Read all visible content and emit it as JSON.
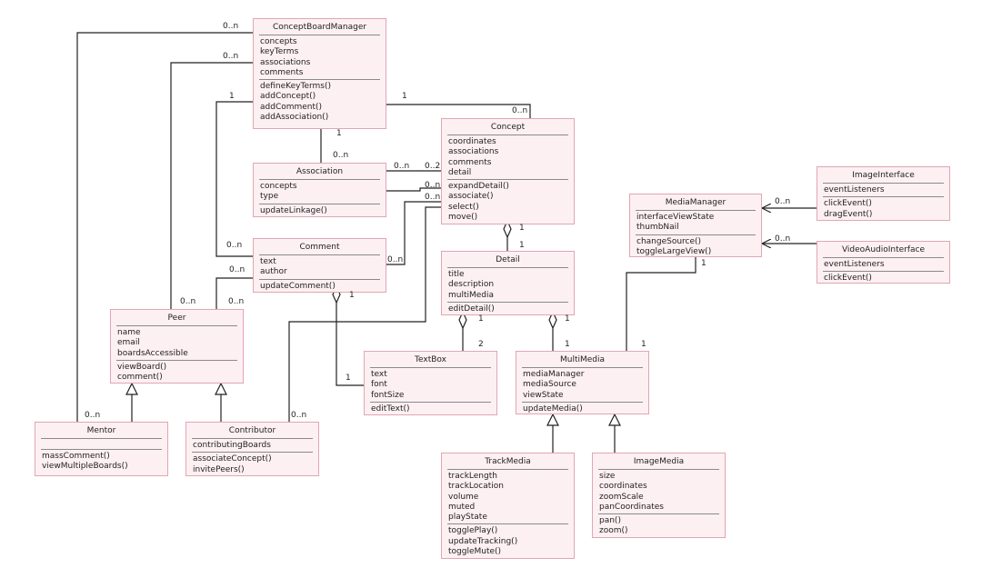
{
  "classes": {
    "cbm": {
      "name": "ConceptBoardManager",
      "attrs": [
        "concepts",
        "keyTerms",
        "associations",
        "comments"
      ],
      "ops": [
        "defineKeyTerms()",
        "addConcept()",
        "addComment()",
        "addAssociation()"
      ]
    },
    "concept": {
      "name": "Concept",
      "attrs": [
        "coordinates",
        "associations",
        "comments",
        "detail"
      ],
      "ops": [
        "expandDetail()",
        "associate()",
        "select()",
        "move()"
      ]
    },
    "association": {
      "name": "Association",
      "attrs": [
        "concepts",
        "type"
      ],
      "ops": [
        "updateLinkage()"
      ]
    },
    "comment": {
      "name": "Comment",
      "attrs": [
        "text",
        "author"
      ],
      "ops": [
        "updateComment()"
      ]
    },
    "detail": {
      "name": "Detail",
      "attrs": [
        "title",
        "description",
        "multiMedia"
      ],
      "ops": [
        "editDetail()"
      ]
    },
    "peer": {
      "name": "Peer",
      "attrs": [
        "name",
        "email",
        "boardsAccessible"
      ],
      "ops": [
        "viewBoard()",
        "comment()"
      ]
    },
    "mentor": {
      "name": "Mentor",
      "attrs": [],
      "ops": [
        "massComment()",
        "viewMultipleBoards()"
      ]
    },
    "contributor": {
      "name": "Contributor",
      "attrs": [
        "contributingBoards"
      ],
      "ops": [
        "associateConcept()",
        "invitePeers()"
      ]
    },
    "textbox": {
      "name": "TextBox",
      "attrs": [
        "text",
        "font",
        "fontSize"
      ],
      "ops": [
        "editText()"
      ]
    },
    "multimedia": {
      "name": "MultiMedia",
      "attrs": [
        "mediaManager",
        "mediaSource",
        "viewState"
      ],
      "ops": [
        "updateMedia()"
      ]
    },
    "trackmedia": {
      "name": "TrackMedia",
      "attrs": [
        "trackLength",
        "trackLocation",
        "volume",
        "muted",
        "playState"
      ],
      "ops": [
        "togglePlay()",
        "updateTracking()",
        "toggleMute()"
      ]
    },
    "imagemedia": {
      "name": "ImageMedia",
      "attrs": [
        "size",
        "coordinates",
        "zoomScale",
        "panCoordinates"
      ],
      "ops": [
        "pan()",
        "zoom()"
      ]
    },
    "mediamanager": {
      "name": "MediaManager",
      "attrs": [
        "interfaceViewState",
        "thumbNail"
      ],
      "ops": [
        "changeSource()",
        "toggleLargeView()"
      ]
    },
    "imageinterface": {
      "name": "ImageInterface",
      "attrs": [
        "eventListeners"
      ],
      "ops": [
        "clickEvent()",
        "dragEvent()"
      ]
    },
    "videoaudiointerface": {
      "name": "VideoAudioInterface",
      "attrs": [
        "eventListeners"
      ],
      "ops": [
        "clickEvent()"
      ]
    }
  },
  "multiplicities": [
    "0..n",
    "0..n",
    "1",
    "1",
    "0..n",
    "1",
    "0..n",
    "0..n",
    "0..2",
    "0..n",
    "0..n",
    "0..n",
    "0..n",
    "0..n",
    "1",
    "1",
    "1",
    "2",
    "1",
    "1",
    "1",
    "1",
    "0..n",
    "0..n",
    "1",
    "0..n",
    "0..n",
    "1"
  ]
}
